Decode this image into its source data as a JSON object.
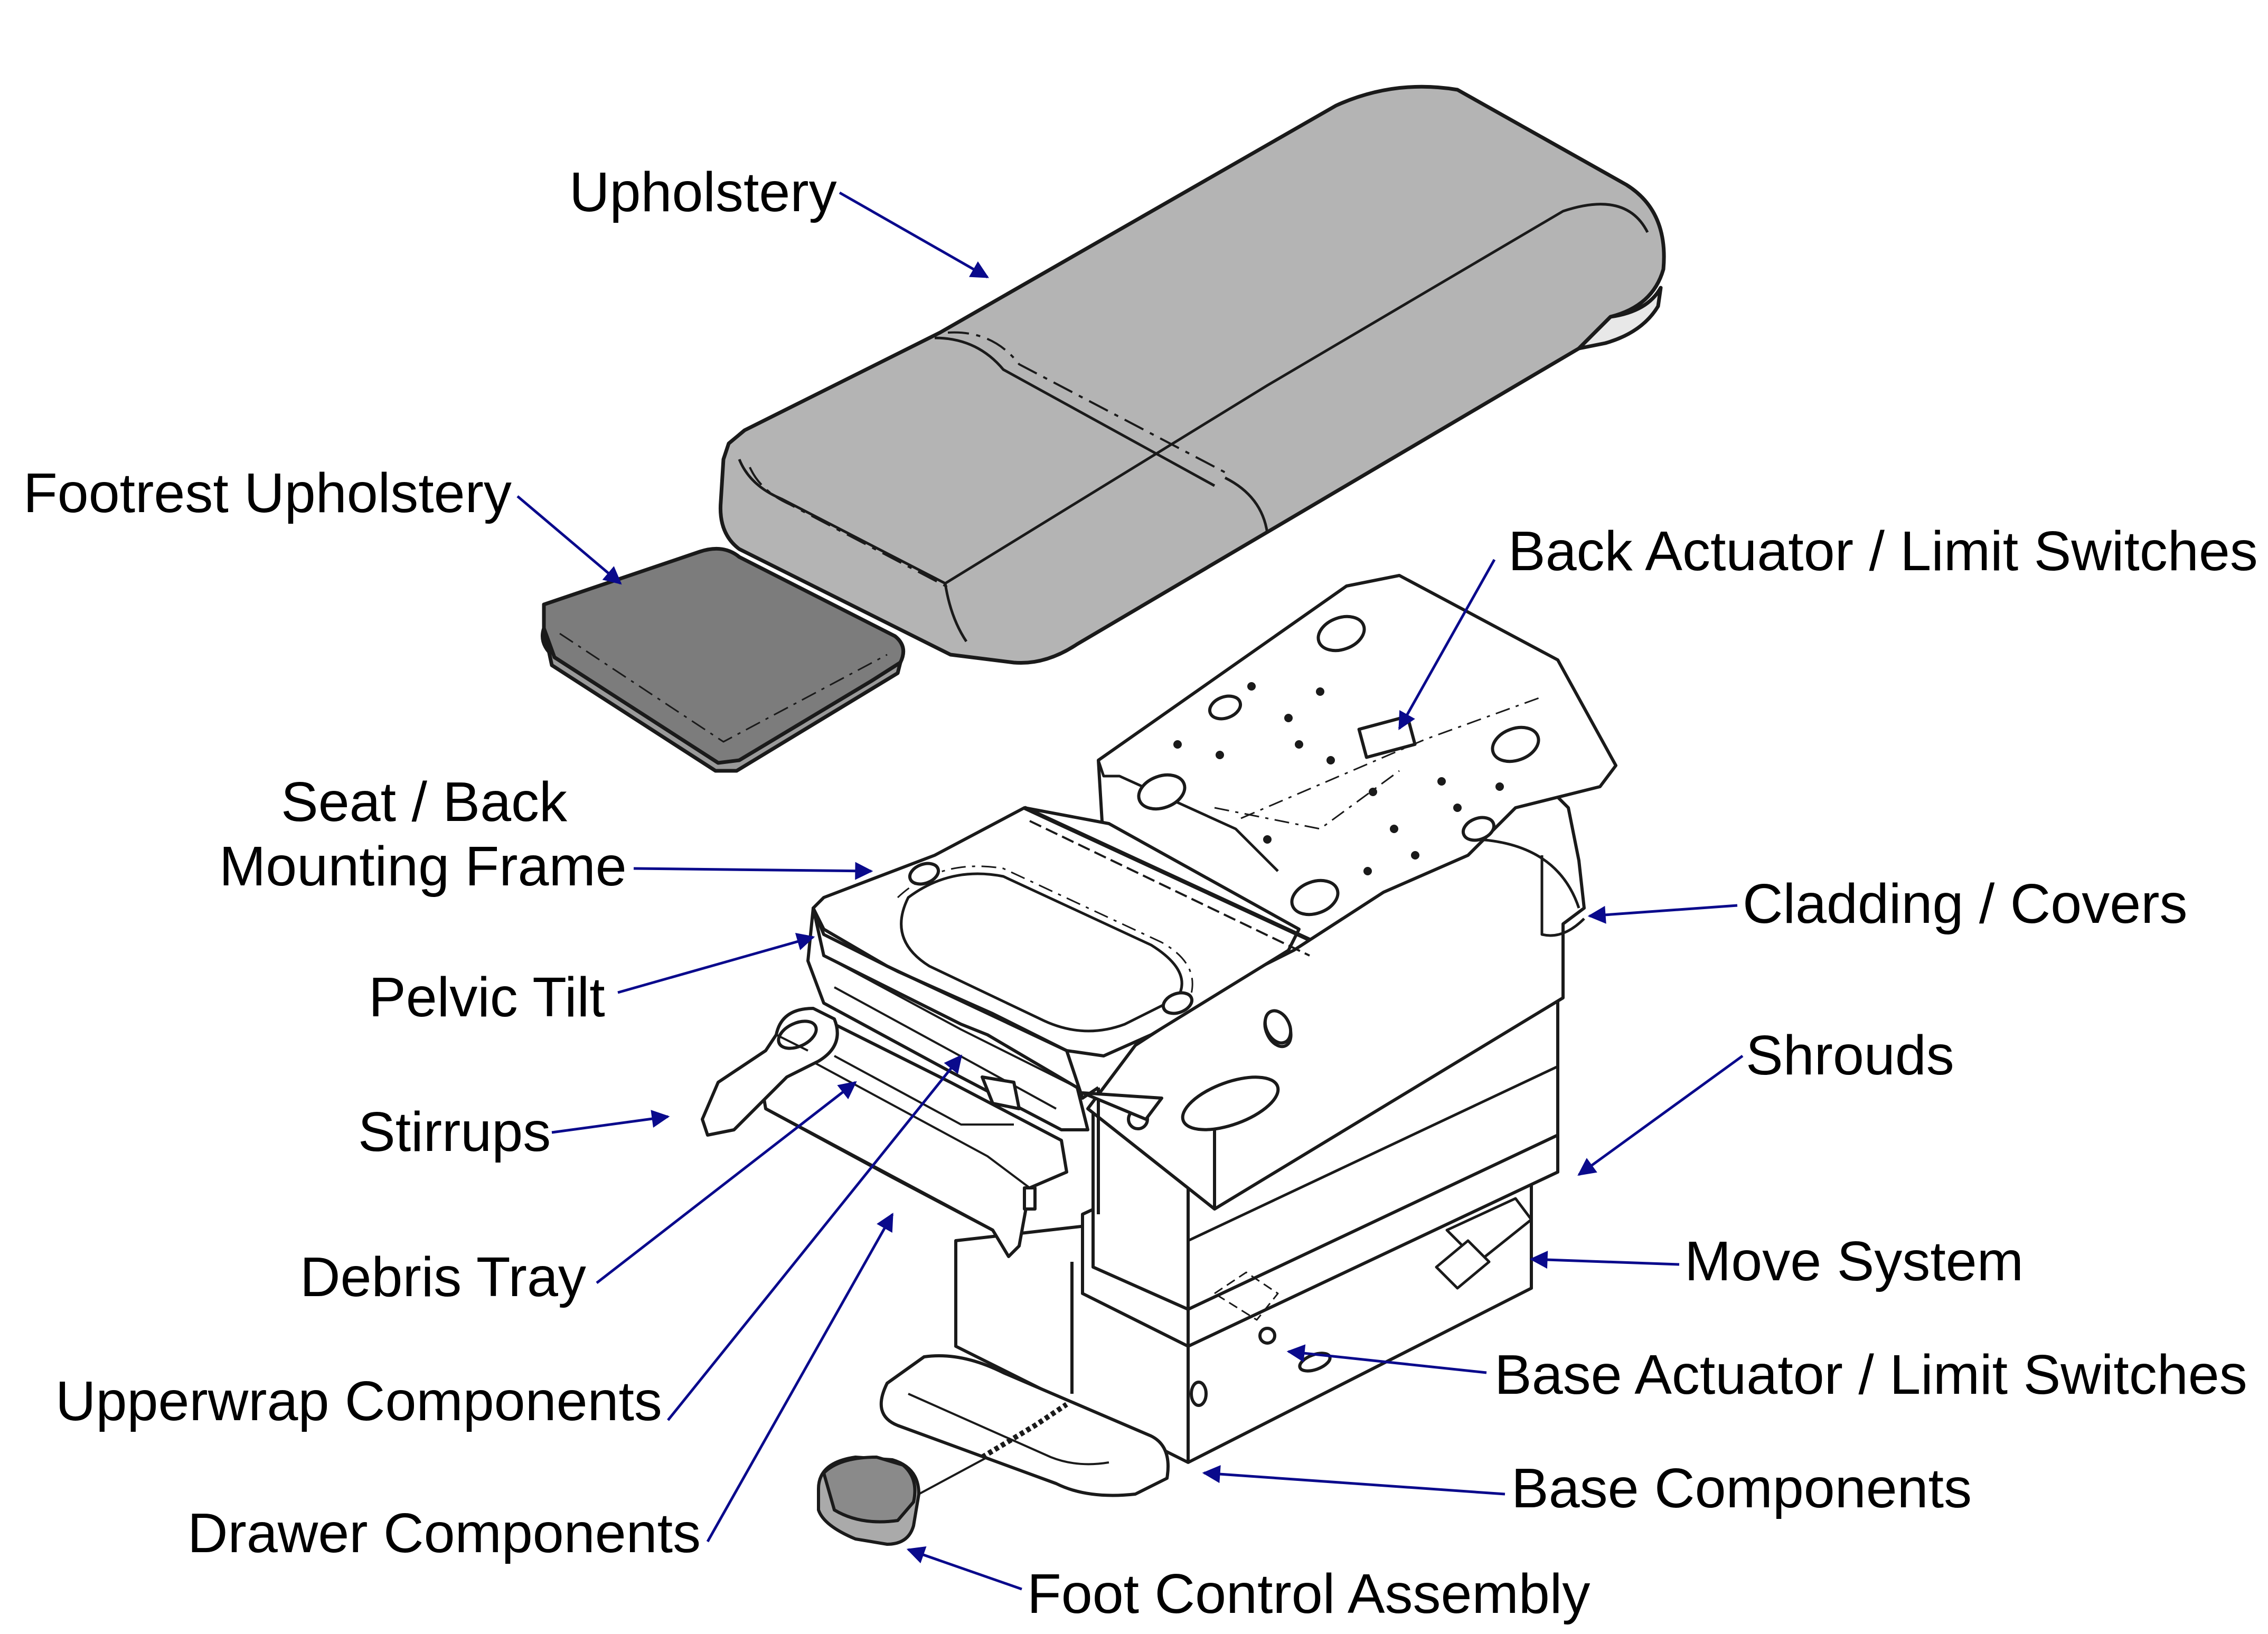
{
  "labels": {
    "upholstery": "Upholstery",
    "footrest_upholstery": "Footrest Upholstery",
    "back_actuator": "Back Actuator / Limit Switches",
    "seat_back_line1": "Seat / Back",
    "seat_back_line2": "Mounting Frame",
    "cladding": "Cladding / Covers",
    "pelvic_tilt": "Pelvic Tilt",
    "shrouds": "Shrouds",
    "stirrups": "Stirrups",
    "move_system": "Move System",
    "debris_tray": "Debris Tray",
    "base_actuator": "Base Actuator / Limit Switches",
    "upperwrap": "Upperwrap Components",
    "base_components": "Base Components",
    "drawer": "Drawer Components",
    "foot_control": "Foot Control Assembly"
  },
  "colors": {
    "leader": "#0a0a8c",
    "upholstery_fill": "#b4b4b4",
    "outline": "#1a1a1a"
  }
}
